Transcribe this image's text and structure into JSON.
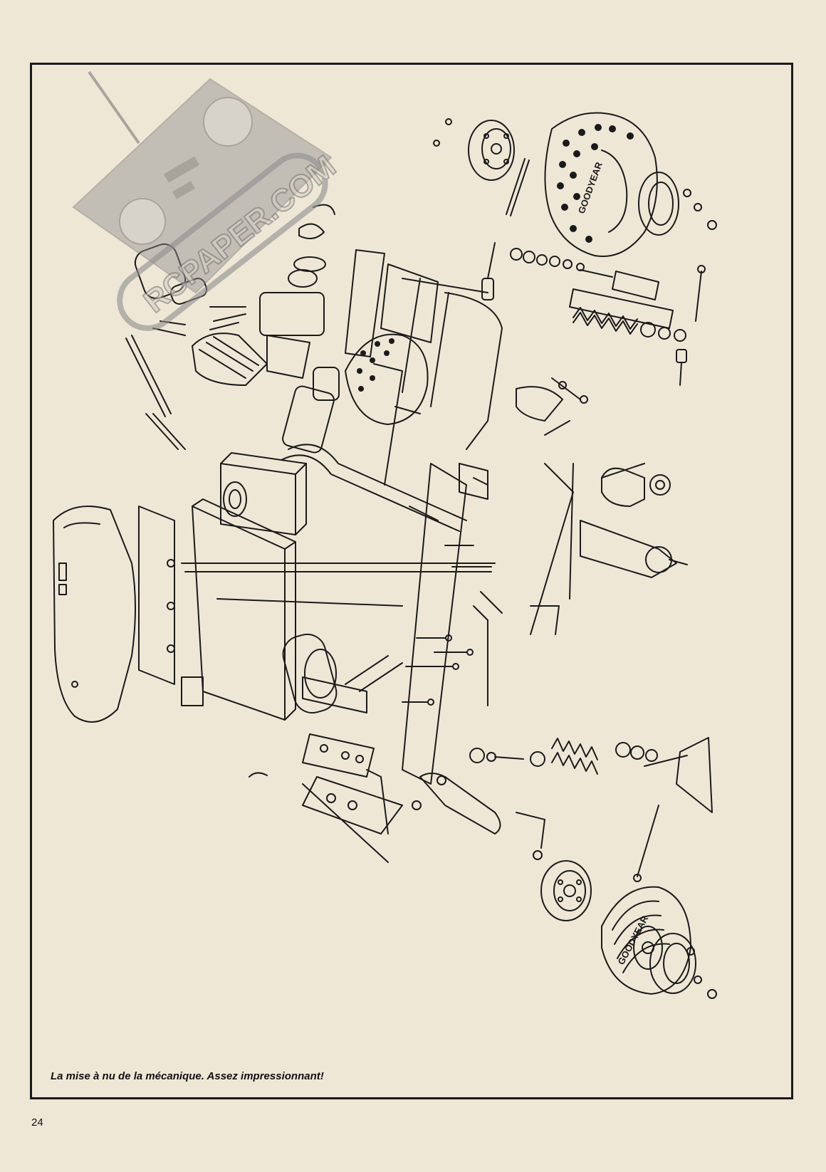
{
  "watermark": {
    "text": "RCPAPER.COM"
  },
  "tire_brand": "GOODYEAR",
  "caption": "La mise à nu de la mécanique. Assez impressionnant!",
  "page_number": "24",
  "colors": {
    "paper": "#efe7d6",
    "ink": "#1a1a1a",
    "watermark": "#8e8e8e"
  }
}
